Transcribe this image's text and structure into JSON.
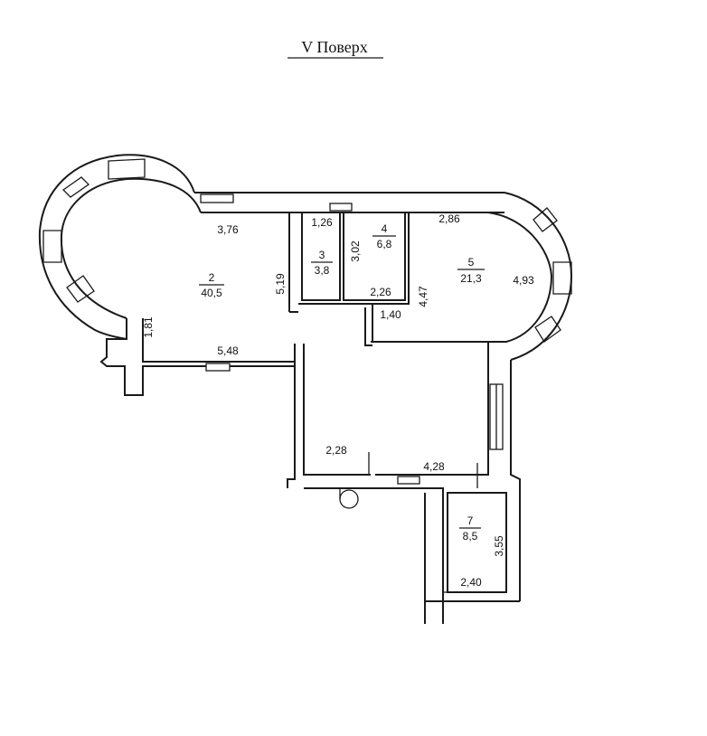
{
  "title": "V Поверх",
  "rooms": [
    {
      "number": "2",
      "area": "40,5"
    },
    {
      "number": "3",
      "area": "3,8"
    },
    {
      "number": "4",
      "area": "6,8"
    },
    {
      "number": "5",
      "area": "21,3"
    },
    {
      "number": "7",
      "area": "8,5"
    }
  ],
  "dimensions": {
    "d_3_76": "3,76",
    "d_1_26": "1,26",
    "d_3_02": "3,02",
    "d_2_86": "2,86",
    "d_4_93": "4,93",
    "d_5_19": "5,19",
    "d_2_26": "2,26",
    "d_4_47": "4,47",
    "d_1_40": "1,40",
    "d_1_81": "1,81",
    "d_5_48": "5,48",
    "d_2_28": "2,28",
    "d_4_28": "4,28",
    "d_3_55": "3,55",
    "d_2_40": "2,40"
  }
}
